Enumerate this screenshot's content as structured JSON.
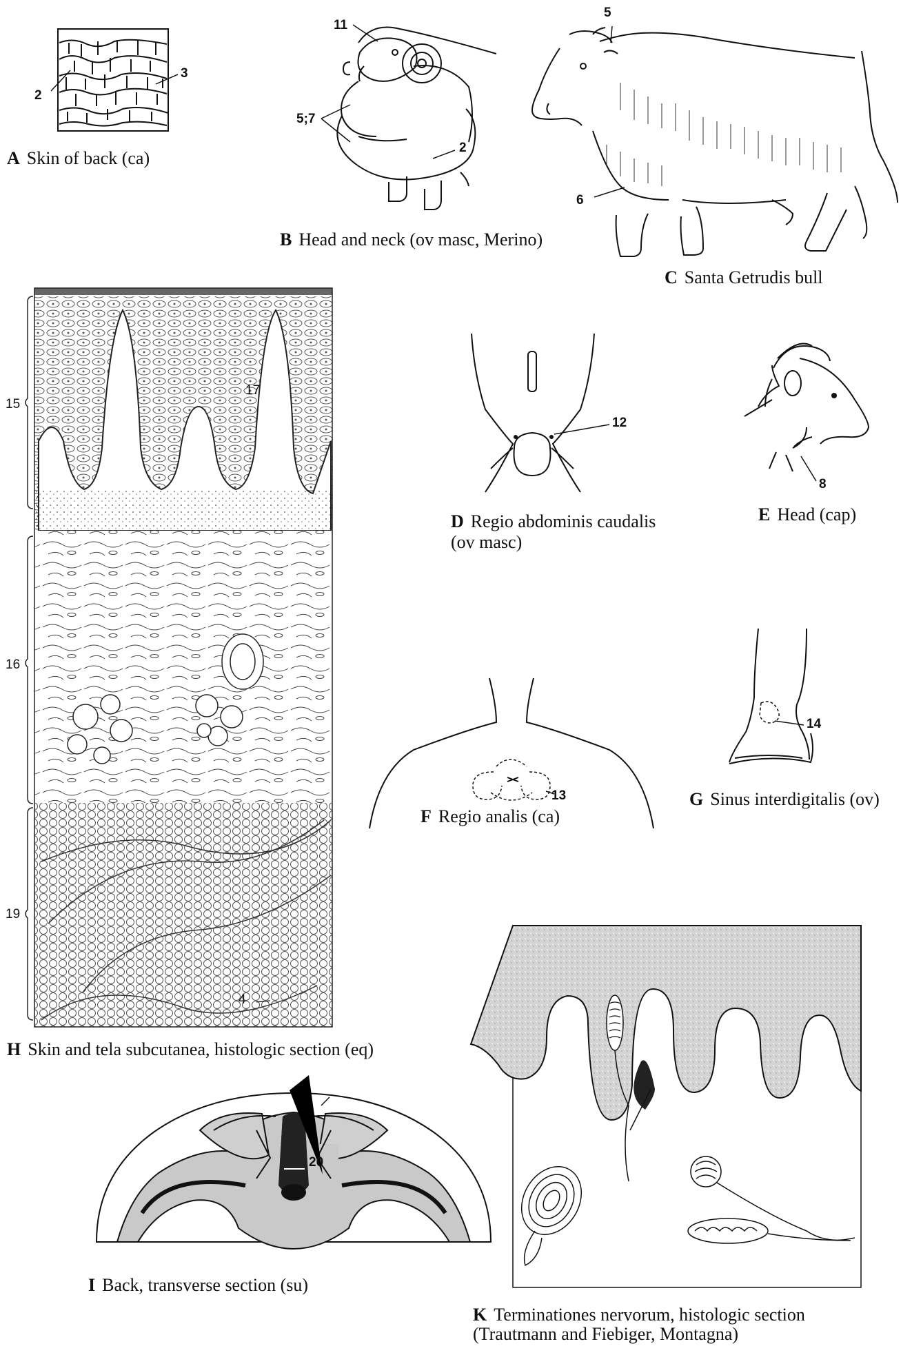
{
  "captions": {
    "A": {
      "letter": "A",
      "text": "Skin of back (ca)"
    },
    "B": {
      "letter": "B",
      "text": "Head and neck (ov masc, Merino)"
    },
    "C": {
      "letter": "C",
      "text": "Santa Getrudis bull"
    },
    "D": {
      "letter": "D",
      "text": "Regio abdominis caudalis",
      "text2": "(ov masc)"
    },
    "E": {
      "letter": "E",
      "text": "Head (cap)"
    },
    "F": {
      "letter": "F",
      "text": "Regio analis (ca)"
    },
    "G": {
      "letter": "G",
      "text": "Sinus interdigitalis (ov)"
    },
    "H": {
      "letter": "H",
      "text": "Skin and tela subcutanea, histologic section (eq)"
    },
    "I": {
      "letter": "I",
      "text": "Back, transverse section (su)"
    },
    "K": {
      "letter": "K",
      "text": "Terminationes nervorum, histologic section",
      "text2": "(Trautmann and Fiebiger, Montagna)"
    }
  },
  "labels": {
    "a2": "2",
    "a3": "3",
    "b11": "11",
    "b57": "5;7",
    "b2": "2",
    "c5": "5",
    "c6": "6",
    "d12": "12",
    "e8": "8",
    "f13": "13",
    "g14": "14",
    "h15": "15",
    "h16": "16",
    "h19": "19",
    "h17": "17",
    "h4": "4",
    "i20": "20"
  }
}
